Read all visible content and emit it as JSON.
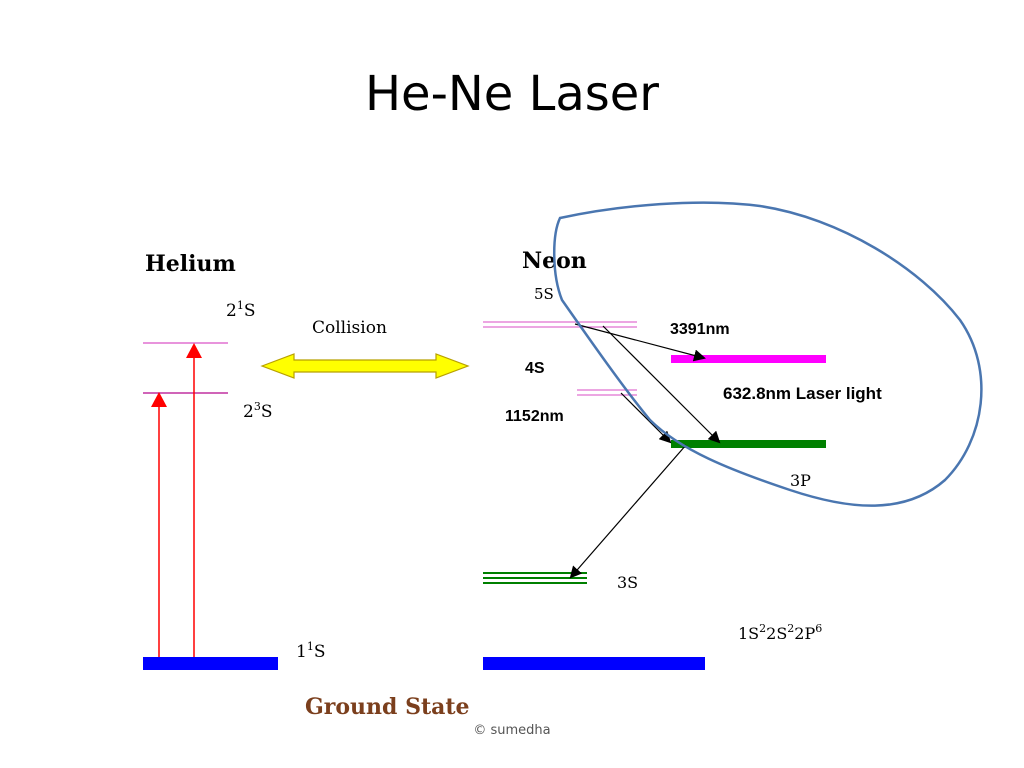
{
  "slide": {
    "title": "He-Ne Laser",
    "credit": "© sumedha"
  },
  "helium": {
    "heading": "Helium",
    "level_2_1S": {
      "base": "2",
      "sup": "1",
      "tail": "S"
    },
    "level_2_3S": {
      "base": "2",
      "sup": "3",
      "tail": "S"
    },
    "level_1_1S": {
      "base": "1",
      "sup": "1",
      "tail": "S"
    },
    "ground_label": "Ground State"
  },
  "collision_label": "Collision",
  "neon": {
    "heading": "Neon",
    "label_5S": "5S",
    "label_4S": "4S",
    "label_3S": "3S",
    "label_3P": "3P",
    "ground_config": {
      "p1": "1S",
      "s1": "2",
      "p2": "2S",
      "s2": "2",
      "p3": "2P",
      "s3": "6"
    }
  },
  "transitions": {
    "ir_3391": "3391nm",
    "visible_632": "632.8nm Laser light",
    "ir_1152": "1152nm"
  },
  "colors": {
    "excited_level": "#e070d0",
    "laser_level": "#ff00ff",
    "p_level": "#008000",
    "ground_level": "#0000ff",
    "pump_arrow": "#ff0000",
    "collision_arrow": "#ffff00",
    "circle": "#4a76b0",
    "ground_text": "#7b3f1d"
  }
}
